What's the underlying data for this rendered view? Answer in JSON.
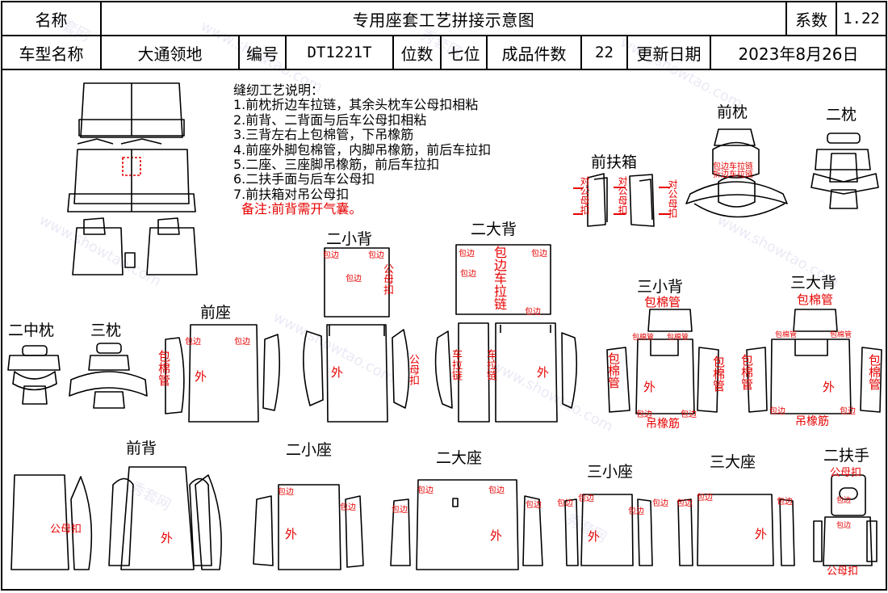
{
  "header": {
    "row1": {
      "name_label": "名称",
      "title": "专用座套工艺拼接示意图",
      "coef_label": "系数",
      "coef_value": "1.22"
    },
    "row2": {
      "model_label": "车型名称",
      "model_value": "大通领地",
      "code_label": "编号",
      "code_value": "DT1221T",
      "seats_label": "位数",
      "seats_value": "七位",
      "pieces_label": "成品件数",
      "pieces_value": "22",
      "date_label": "更新日期",
      "date_value": "2023年8月26日"
    }
  },
  "notes": {
    "heading": "缝纫工艺说明：",
    "items": [
      "1.前枕折边车拉链，其余头枕车公母扣相粘",
      "2.前背、二背面与后车公母扣相粘",
      "3.三背左右上包棉管，下吊橡筋",
      "4.前座外脚包棉管，内脚吊橡筋，前后车拉扣",
      "5.二座、三座脚吊橡筋，前后车拉扣",
      "6.二扶手面与后车公母扣",
      "7.前扶箱对吊公母扣"
    ],
    "remark": "备注:前背需开气囊。"
  },
  "part_labels": {
    "front_pillow": "前枕",
    "second_pillow": "二枕",
    "front_armbox": "前扶箱",
    "second_small_back": "二小背",
    "second_big_back": "二大背",
    "third_small_back": "三小背",
    "third_big_back": "三大背",
    "second_mid_pillow": "二中枕",
    "third_pillow": "三枕",
    "front_seat": "前座",
    "front_back": "前背",
    "second_small_seat": "二小座",
    "second_big_seat": "二大座",
    "third_small_seat": "三小座",
    "third_big_seat": "三大座",
    "second_armrest": "二扶手"
  },
  "annotations": {
    "edge": "包边",
    "outer": "外",
    "foam_tube": "包棉管",
    "elastic": "吊橡筋",
    "snap": "公母扣",
    "opposite_snap": "对公母扣",
    "zipper_edge": "包边车拉链",
    "fold_zipper": "折边车拉链",
    "pull_zipper": "车拉链"
  },
  "watermark": {
    "text_a": "www.showtao.com",
    "text_b": "秀套网"
  },
  "colors": {
    "annotation_red": "#e60000",
    "line": "#000000",
    "watermark": "#d9d9ef"
  }
}
